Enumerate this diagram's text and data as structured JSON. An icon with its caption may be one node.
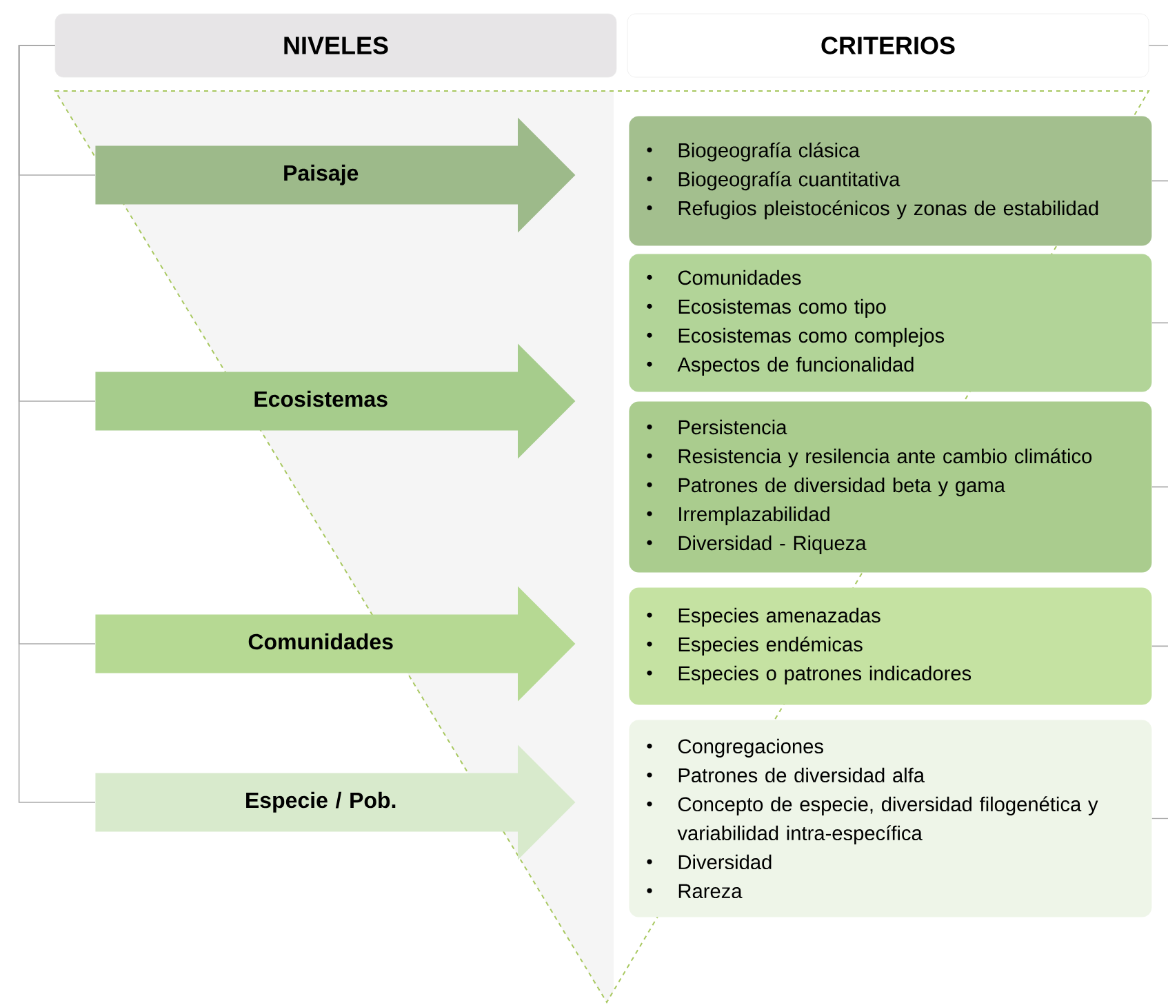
{
  "diagram": {
    "nodes": [
      {
        "text": [
          "NIVELES"
        ]
      },
      {
        "text": [
          "CRITERIOS"
        ]
      },
      {
        "text": [
          "Paisaje"
        ]
      },
      {
        "text": [
          "Ecosistemas"
        ]
      },
      {
        "text": [
          "Comunidades"
        ]
      },
      {
        "text": [
          "Especie / Pob."
        ]
      },
      {
        "text": [
          "Biogeografía clásica",
          "Biogeografía cuantitativa",
          "Refugios pleistocénicos y zonas de estabilidad"
        ]
      },
      {
        "text": [
          "Comunidades",
          "Ecosistemas como tipo",
          "Ecosistemas como complejos",
          "Aspectos de funcionalidad"
        ]
      },
      {
        "text": [
          "Persistencia",
          "Resistencia y resilencia ante cambio climático",
          "Patrones de diversidad beta y gama",
          "Irremplazabilidad",
          "Diversidad - Riqueza"
        ]
      },
      {
        "text": [
          "Especies amenazadas",
          "Especies endémicas",
          "Especies o patrones indicadores"
        ]
      },
      {
        "text": [
          "Congregaciones",
          "Patrones de diversidad alfa",
          "Concepto de especie, diversidad filogenética y variabilidad intra-específica",
          "Diversidad",
          "Rareza"
        ]
      }
    ],
    "edges": [
      {
        "from": 0,
        "to": 2,
        "arrow": "none"
      },
      {
        "from": 0,
        "to": 3,
        "arrow": "none"
      },
      {
        "from": 0,
        "to": 4,
        "arrow": "none"
      },
      {
        "from": 0,
        "to": 5,
        "arrow": "none"
      },
      {
        "from": 1,
        "to": null,
        "arrow": "none"
      },
      {
        "from": 6,
        "to": null,
        "arrow": "none"
      },
      {
        "from": 7,
        "to": null,
        "arrow": "none"
      },
      {
        "from": 8,
        "to": null,
        "arrow": "none"
      },
      {
        "from": 9,
        "to": null,
        "arrow": "none"
      },
      {
        "from": 10,
        "to": null,
        "arrow": "none"
      }
    ]
  }
}
